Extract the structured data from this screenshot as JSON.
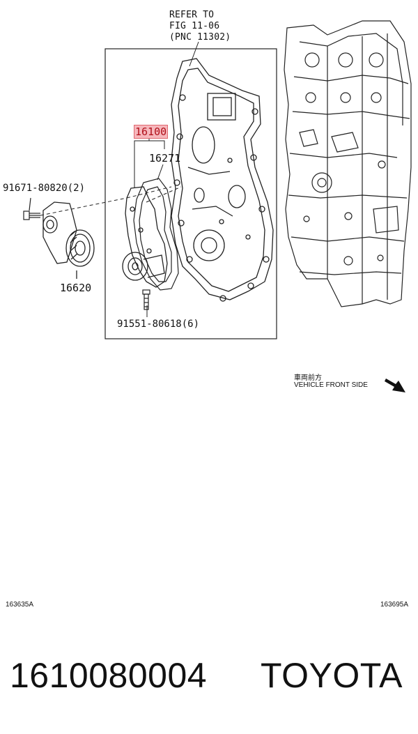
{
  "diagram": {
    "reference": {
      "line1": "REFER TO",
      "line2": "FIG 11-06",
      "line3": "(PNC 11302)"
    },
    "callouts": {
      "main_part": "16100",
      "gasket": "16271",
      "upper_bolt": "91671-80820(2)",
      "tensioner": "16620",
      "lower_bolt": "91551-80618(6)"
    },
    "direction": {
      "japanese": "車両前方",
      "english": "VEHICLE FRONT SIDE"
    },
    "illustration_codes": {
      "left": "163635A",
      "right": "163695A"
    }
  },
  "caption": {
    "part_number": "1610080004",
    "brand": "TOYOTA"
  },
  "colors": {
    "highlight_fill": "#f6b7bc",
    "highlight_border": "#e0686f",
    "highlight_text": "#b0101a",
    "line": "#222222"
  }
}
